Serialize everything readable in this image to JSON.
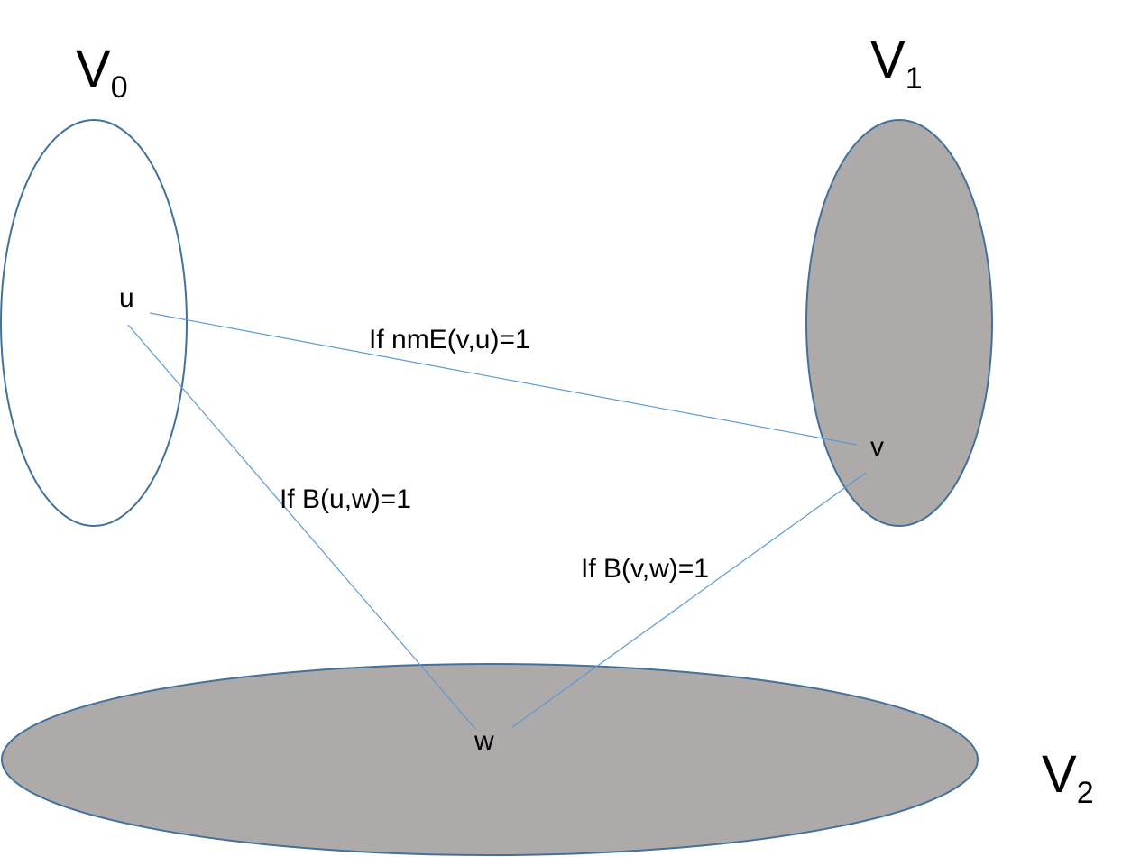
{
  "colors": {
    "outline": "#41719c",
    "shaded_fill": "#aeaaaa",
    "edge": "#5b9bd5",
    "text": "#000000"
  },
  "sets": {
    "v0": {
      "main": "V",
      "sub": "0",
      "shaded": false
    },
    "v1": {
      "main": "V",
      "sub": "1",
      "shaded": true
    },
    "v2": {
      "main": "V",
      "sub": "2",
      "shaded": true
    }
  },
  "vertices": {
    "u": "u",
    "v": "v",
    "w": "w"
  },
  "edges": {
    "uv": "If nmE(v,u)=1",
    "uw": "If B(u,w)=1",
    "vw": "If B(v,w)=1"
  }
}
